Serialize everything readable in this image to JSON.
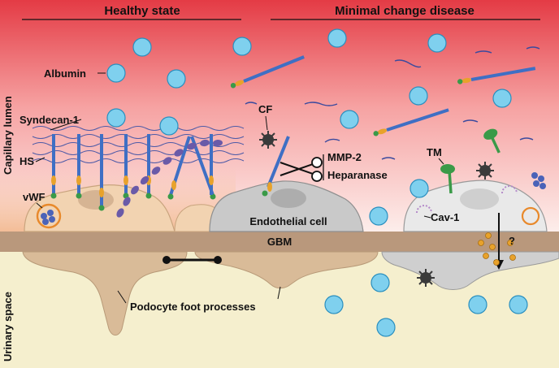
{
  "headers": {
    "left": "Healthy state",
    "right": "Minimal change disease"
  },
  "side_labels": {
    "top": "Capillary lumen",
    "bottom": "Urinary space"
  },
  "labels": {
    "albumin": "Albumin",
    "syndecan": "Syndecan-1",
    "hs": "HS",
    "vwf": "vWF",
    "cf": "CF",
    "mmp2": "MMP-2",
    "heparanase": "Heparanase",
    "endothelial": "Endothelial cell",
    "tm": "TM",
    "cav1": "Cav-1",
    "gbm": "GBM",
    "podocyte": "Podocyte foot processes",
    "question": "?"
  },
  "colors": {
    "lumen_top": "#e8414a",
    "lumen_bottom": "#ffffff",
    "urinary": "#f5efce",
    "gbm": "#b9987c",
    "albumin": "#7fd0ee",
    "syndecan": "#3f6fc4",
    "endo_healthy": "#f2d3b1",
    "endo_mcd": "#c9c9c9",
    "podocyte": "#d9bb98",
    "tm": "#3a9a48"
  },
  "icons": [
    "albumin-icon",
    "syndecan-icon",
    "scissors-icon",
    "complement-factor-icon",
    "thrombomodulin-icon",
    "vwf-icon"
  ]
}
